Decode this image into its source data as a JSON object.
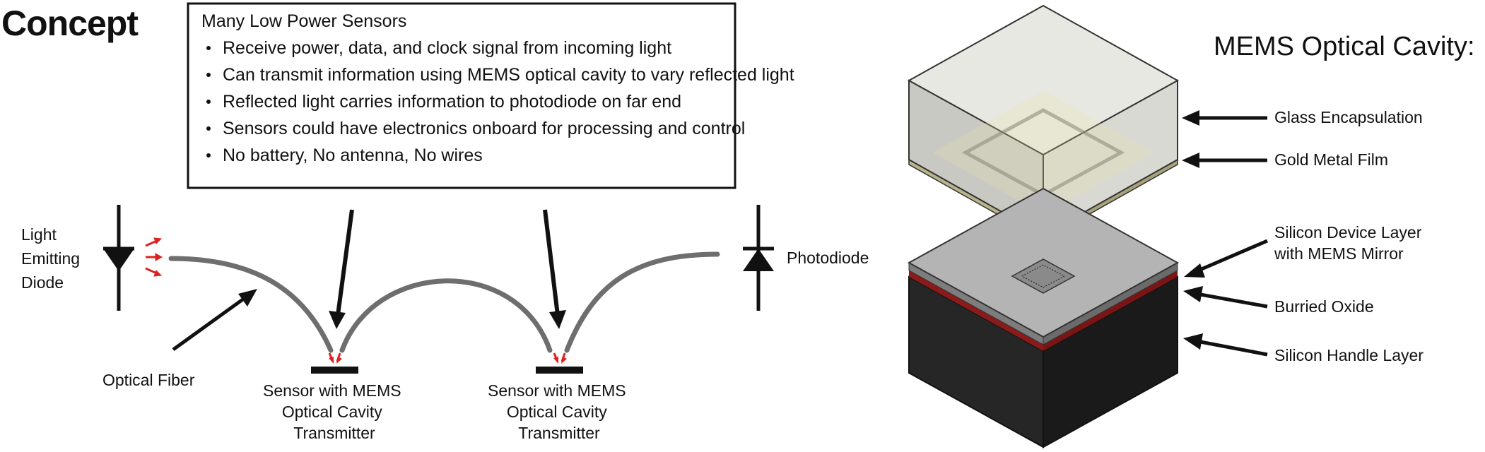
{
  "concept": {
    "title": "Concept"
  },
  "info_box": {
    "header": "Many Low Power Sensors",
    "bullets": [
      "Receive power, data, and clock signal from incoming light",
      "Can transmit information using MEMS optical cavity to vary reflected light",
      "Reflected light carries information to photodiode on far end",
      "Sensors could have electronics onboard for processing and control",
      "No battery, No antenna, No wires"
    ]
  },
  "left_diagram": {
    "led_label": [
      "Light",
      "Emitting",
      "Diode"
    ],
    "photodiode_label": "Photodiode",
    "fiber_label": "Optical Fiber",
    "sensor1_label": [
      "Sensor with MEMS",
      "Optical Cavity",
      "Transmitter"
    ],
    "sensor2_label": [
      "Sensor with MEMS",
      "Optical Cavity",
      "Transmitter"
    ]
  },
  "mems": {
    "title": "MEMS Optical Cavity:",
    "labels": {
      "glass": "Glass Encapsulation",
      "gold": "Gold Metal Film",
      "device_layer": [
        "Silicon Device Layer",
        "with MEMS Mirror"
      ],
      "oxide": "Burried Oxide",
      "handle": "Silicon Handle Layer"
    }
  },
  "colors": {
    "fiber": "#6e6e6e",
    "emission": "#e02020",
    "oxide": "#8b1a1a",
    "handle": "#262626",
    "device_top": "#b4b4b4",
    "gold": "#b9b48c"
  }
}
